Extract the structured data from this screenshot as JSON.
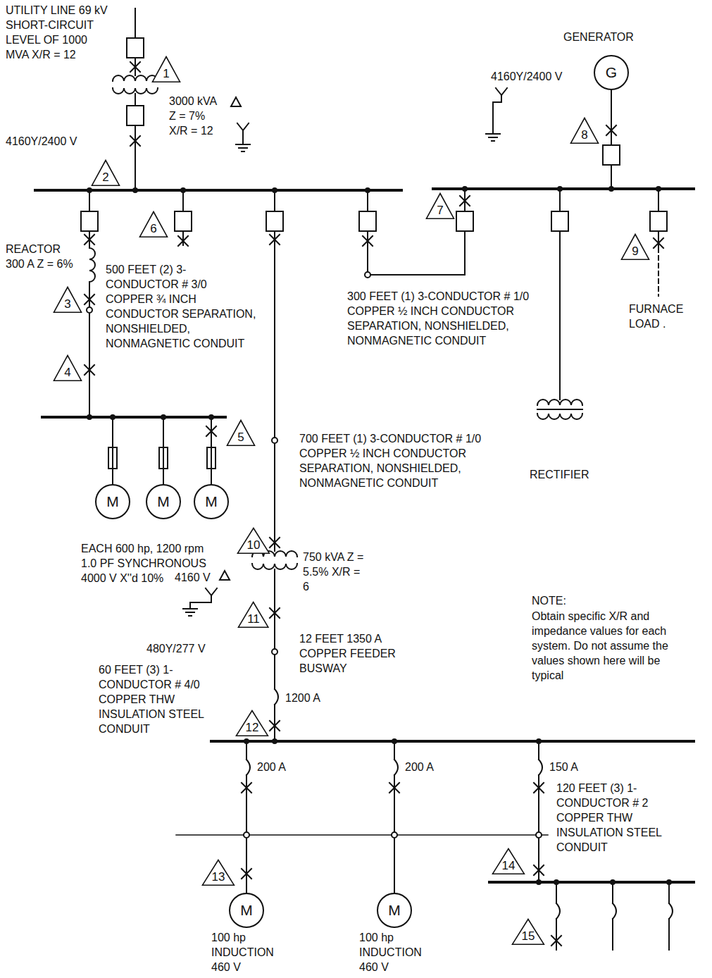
{
  "diagram": {
    "nodes": [
      {
        "text": [
          "G"
        ]
      },
      {
        "text": [
          "1"
        ]
      },
      {
        "text": [
          "8"
        ]
      },
      {
        "text": [
          "2"
        ]
      },
      {
        "text": [
          "6"
        ]
      },
      {
        "text": [
          "7"
        ]
      },
      {
        "text": [
          "9"
        ]
      },
      {
        "text": [
          "3"
        ]
      },
      {
        "text": [
          "4"
        ]
      },
      {
        "text": [
          "5"
        ]
      },
      {
        "text": [
          "M"
        ]
      },
      {
        "text": [
          "M"
        ]
      },
      {
        "text": [
          "M"
        ]
      },
      {
        "text": [
          "10"
        ]
      },
      {
        "text": [
          "11"
        ]
      },
      {
        "text": [
          "12"
        ]
      },
      {
        "text": [
          "13"
        ]
      },
      {
        "text": [
          "14"
        ]
      },
      {
        "text": [
          "M"
        ]
      },
      {
        "text": [
          "M"
        ]
      },
      {
        "text": [
          "15"
        ]
      }
    ],
    "labels": [
      "UTILITY LINE 69 kV SHORT-CIRCUIT LEVEL OF 1000 MVA X/R = 12",
      "3000 kVA Z = 7% X/R = 12",
      "4160Y/2400 V",
      "GENERATOR",
      "4160Y/2400 V",
      "REACTOR 300 A Z = 6%",
      "500 FEET (2) 3-CONDUCTOR # 3/0 COPPER ¾ INCH CONDUCTOR SEPARATION, NONSHIELDED, NONMAGNETIC CONDUIT",
      "300 FEET (1) 3-CONDUCTOR # 1/0 COPPER ½ INCH CONDUCTOR SEPARATION, NONSHIELDED, NONMAGNETIC CONDUIT",
      "FURNACE LOAD .",
      "RECTIFIER",
      "700 FEET (1) 3-CONDUCTOR # 1/0 COPPER ½ INCH CONDUCTOR SEPARATION, NONSHIELDED, NONMAGNETIC CONDUIT",
      "EACH 600 hp, 1200 rpm 1.0 PF SYNCHRONOUS 4000 V X''d 10%",
      "4160 V",
      "750 kVA Z = 5.5% X/R = 6",
      "480Y/277 V",
      "12 FEET 1350 A COPPER FEEDER BUSWAY",
      "1200 A",
      "60 FEET (3) 1-CONDUCTOR # 4/0 COPPER THW INSULATION STEEL CONDUIT",
      "200 A",
      "200 A",
      "150 A",
      "120 FEET (3) 1-CONDUCTOR # 2 COPPER THW INSULATION STEEL CONDUIT",
      "100 hp INDUCTION 460 V",
      "100 hp INDUCTION 460 V",
      "NOTE:",
      "Obtain specific X/R and impedance values for each system. Do not assume the values shown here will be typical"
    ]
  }
}
